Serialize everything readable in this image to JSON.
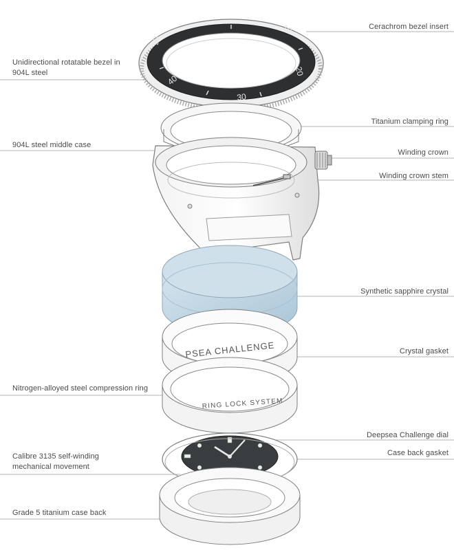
{
  "labels": {
    "bezel_insert": "Cerachrom bezel insert",
    "bezel_line1": "Unidirectional rotatable bezel in",
    "bezel_line2": "904L steel",
    "clamping_ring": "Titanium clamping ring",
    "middle_case": "904L steel middle case",
    "crown": "Winding crown",
    "crown_stem": "Winding crown stem",
    "crystal": "Synthetic sapphire crystal",
    "crystal_gasket": "Crystal gasket",
    "compression_ring": "Nitrogen-alloyed steel compression ring",
    "dial": "Deepsea Challenge dial",
    "caseback_gasket": "Case back gasket",
    "movement_line1": "Calibre 3135 self-winding",
    "movement_line2": "mechanical movement",
    "caseback": "Grade 5 titanium case back"
  },
  "bezel_numerals": [
    "10",
    "20",
    "30",
    "40",
    "50"
  ],
  "gasket_text": "PSEA CHALLENGE",
  "ring_lock_text": "RING LOCK SYSTEM",
  "colors": {
    "line": "#9a9a9a",
    "outline": "#7d7d7d",
    "text": "#4a4a4a",
    "ceramic": "#2e2f31",
    "dial": "#3a3d40",
    "sapphire": "#bcd3e2"
  }
}
